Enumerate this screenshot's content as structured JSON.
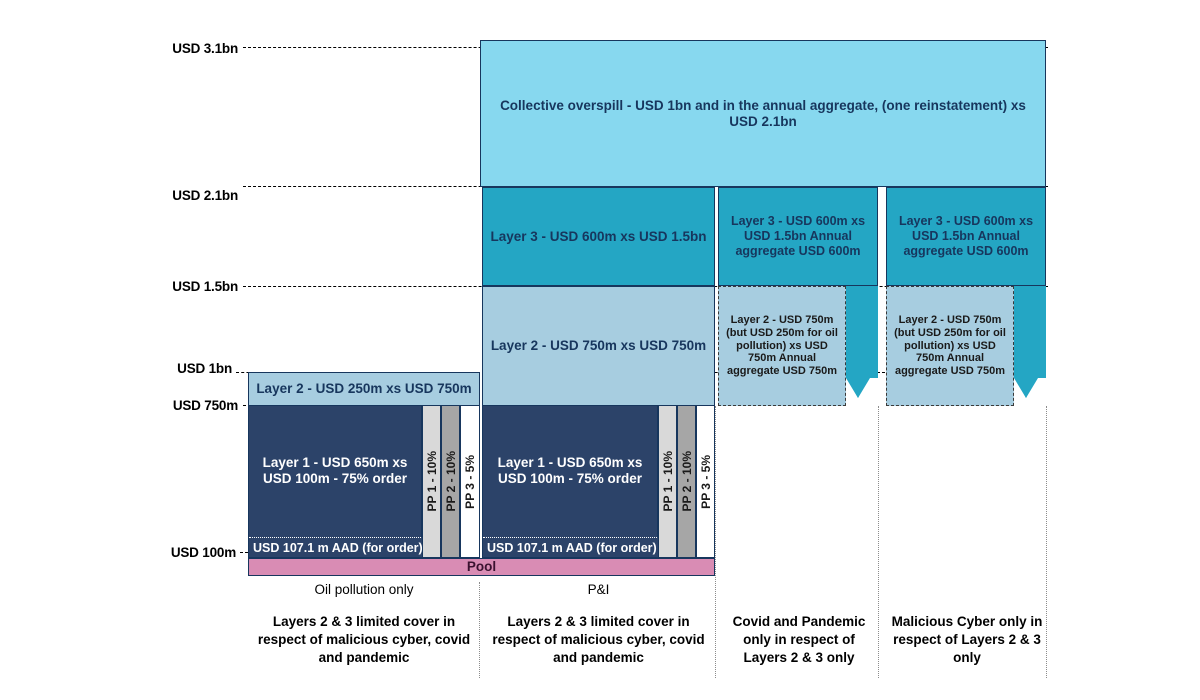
{
  "diagram": {
    "title": "Insurance programme layers",
    "colors": {
      "overspill": "#87d8ef",
      "layer3": "#24a6c4",
      "layer2": "#a7cde0",
      "layer1": "#2c4369",
      "pool": "#d98cb4",
      "pp1": "#d9d9d9",
      "pp2": "#a6a6a6",
      "pp3": "#ffffff",
      "text_dark": "#17365d"
    }
  },
  "axis": {
    "labels": [
      {
        "id": "usd-3-1bn",
        "text": "USD 3.1bn"
      },
      {
        "id": "usd-2-1bn",
        "text": "USD 2.1bn"
      },
      {
        "id": "usd-1-5bn",
        "text": "USD 1.5bn"
      },
      {
        "id": "usd-1bn",
        "text": "USD 1bn"
      },
      {
        "id": "usd-750m",
        "text": "USD 750m"
      },
      {
        "id": "usd-100m",
        "text": "USD 100m"
      }
    ]
  },
  "overspill": {
    "label": "Collective overspill - USD 1bn and in the annual aggregate, (one reinstatement) xs USD 2.1bn"
  },
  "pool": {
    "label": "Pool"
  },
  "columns": [
    {
      "id": "oil-pollution",
      "title": "Oil pollution only",
      "note": "Layers 2 & 3 limited cover in respect of malicious cyber, covid and pandemic",
      "layer2": "Layer 2 - USD 250m xs USD 750m",
      "layer1": "Layer 1 - USD 650m xs USD 100m - 75% order",
      "aad": "USD 107.1 m AAD (for order)",
      "pp": [
        {
          "id": "pp-1",
          "label": "PP 1 - 10%"
        },
        {
          "id": "pp-2",
          "label": "PP 2 - 10%"
        },
        {
          "id": "pp-3",
          "label": "PP 3 - 5%"
        }
      ]
    },
    {
      "id": "pandi",
      "title": "P&I",
      "note": "Layers 2 & 3 limited cover in respect of malicious cyber, covid and pandemic",
      "layer3": "Layer 3 - USD 600m xs USD 1.5bn",
      "layer2": "Layer 2 - USD 750m xs USD 750m",
      "layer1": "Layer 1 - USD 650m xs USD 100m - 75% order",
      "aad": "USD 107.1 m AAD (for order)",
      "pp": [
        {
          "id": "pp-1",
          "label": "PP 1 - 10%"
        },
        {
          "id": "pp-2",
          "label": "PP 2 - 10%"
        },
        {
          "id": "pp-3",
          "label": "PP 3 - 5%"
        }
      ]
    },
    {
      "id": "covid-pandemic",
      "title": "",
      "note": "Covid and Pandemic only in respect of Layers 2 & 3 only",
      "layer3": "Layer 3 - USD 600m xs USD 1.5bn Annual aggregate USD 600m",
      "layer2": "Layer 2 - USD 750m (but USD 250m for oil pollution) xs USD 750m Annual aggregate USD 750m"
    },
    {
      "id": "malicious-cyber",
      "title": "",
      "note": "Malicious Cyber only in respect of Layers 2 & 3 only",
      "layer3": "Layer 3 - USD 600m xs USD 1.5bn Annual aggregate USD 600m",
      "layer2": "Layer 2 - USD 750m (but USD 250m for oil pollution) xs USD 750m Annual aggregate USD 750m"
    }
  ]
}
